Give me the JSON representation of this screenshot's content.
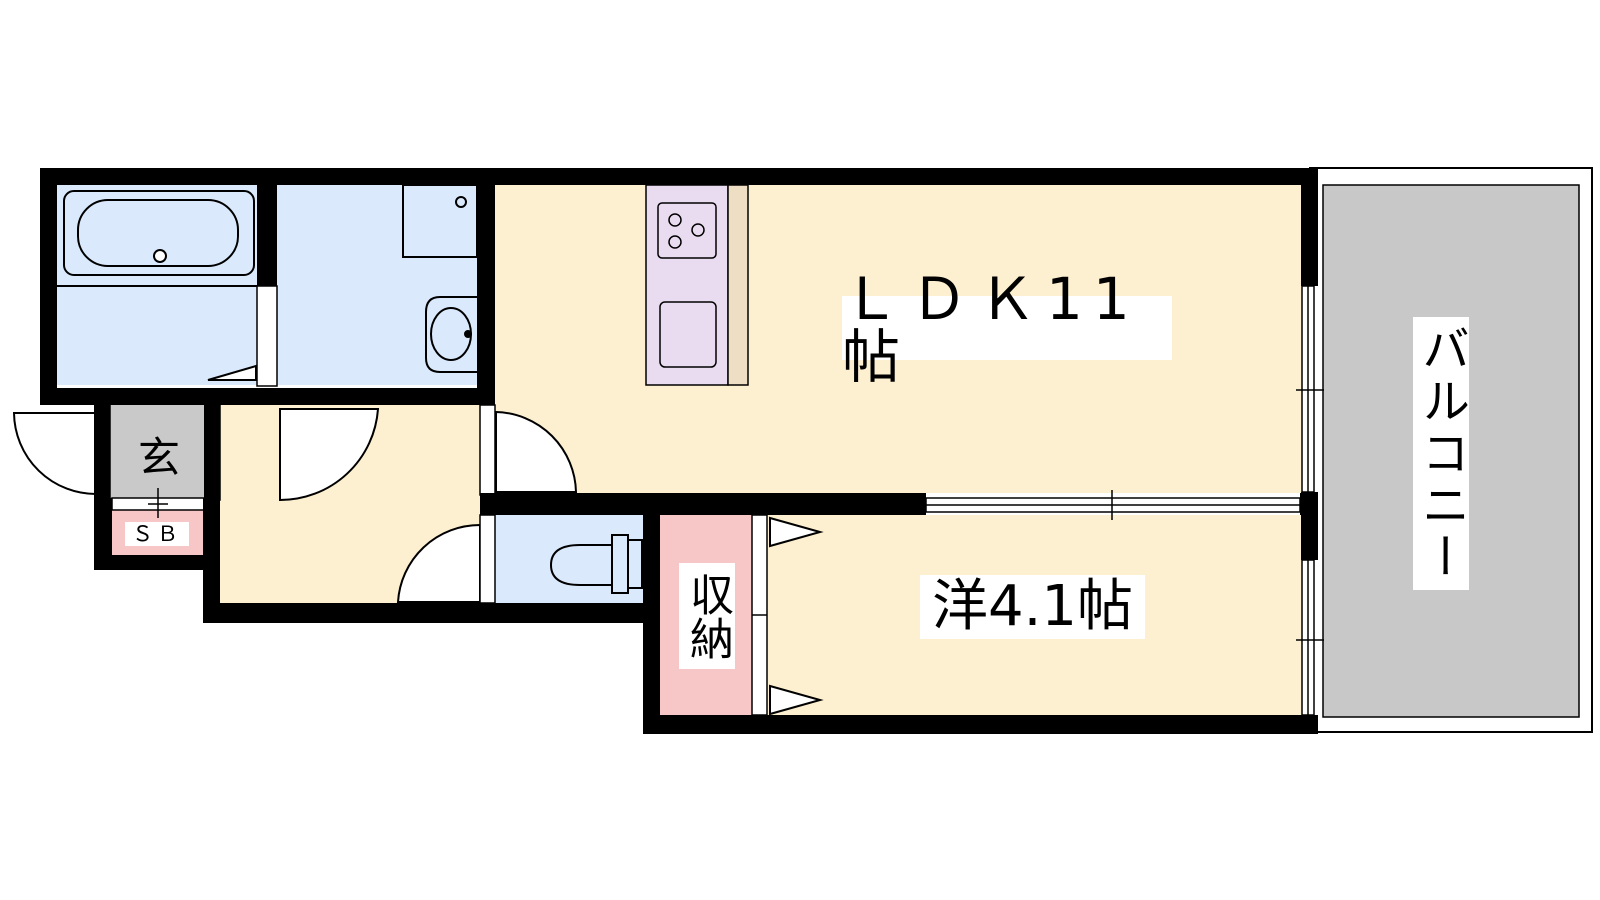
{
  "rooms": {
    "ldk": "ＬＤＫ11帖",
    "western": "洋4.1帖",
    "balcony": "バルコニー",
    "storage": "収納",
    "entrance": "玄",
    "shoebox": "ＳＢ"
  },
  "colors": {
    "wall": "#000000",
    "living": "#fdf0d0",
    "wet_area": "#daeafc",
    "kitchen": "#eadcf0",
    "counter": "#eedfc4",
    "storage": "#f7c6c6",
    "balcony_floor": "#c8c8c8",
    "entrance_floor": "#c9c9c9"
  }
}
